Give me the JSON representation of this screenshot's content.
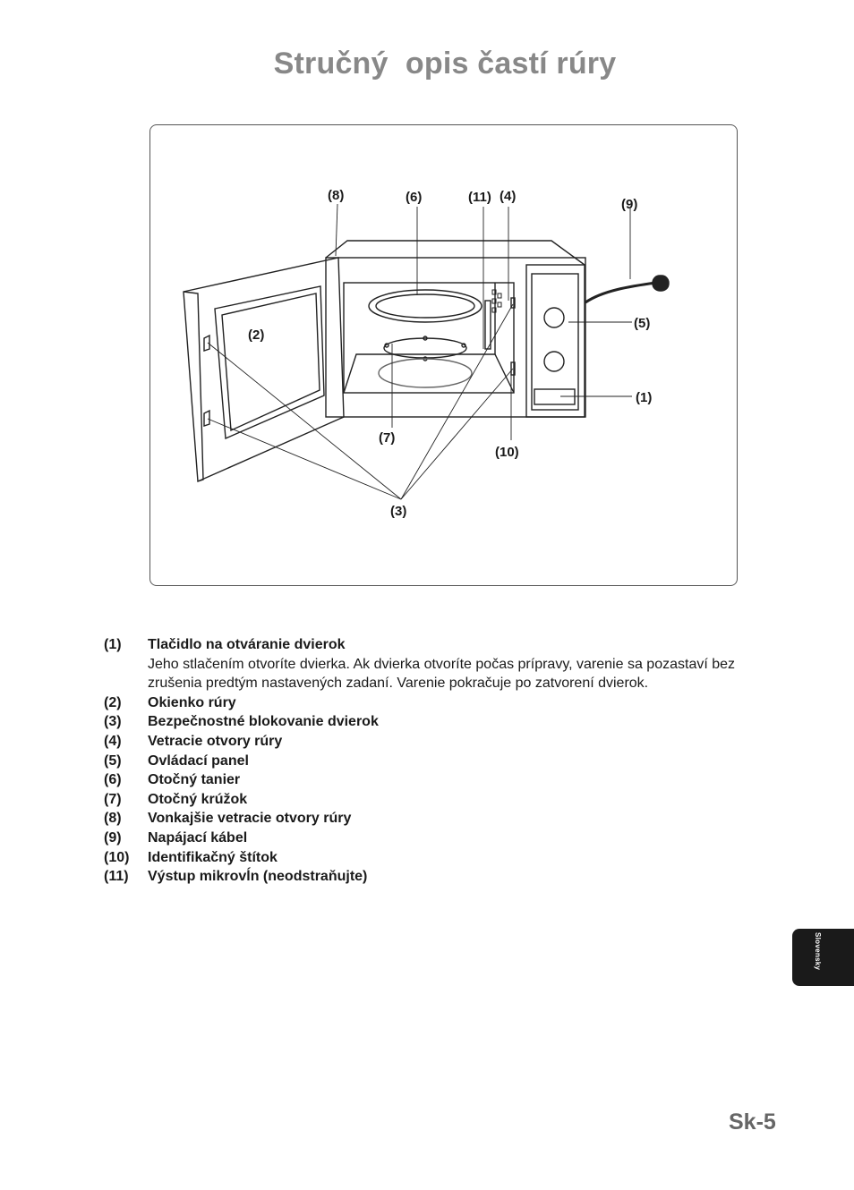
{
  "title": "Stručný  opis častí rúry",
  "figure": {
    "callouts": {
      "c1": "(1)",
      "c2": "(2)",
      "c3": "(3)",
      "c4": "(4)",
      "c5": "(5)",
      "c6": "(6)",
      "c7": "(7)",
      "c8": "(8)",
      "c9": "(9)",
      "c10": "(10)",
      "c11": "(11)"
    }
  },
  "legend": [
    {
      "num": "(1)",
      "name": "Tlačidlo na otváranie dvierok",
      "desc": "Jeho stlačením otvoríte dvierka. Ak dvierka otvoríte počas prípravy, varenie sa pozastaví bez zrušenia predtým nastavených zadaní. Varenie pokračuje po zatvorení dvierok."
    },
    {
      "num": "(2)",
      "name": "Okienko rúry"
    },
    {
      "num": "(3)",
      "name": "Bezpečnostné blokovanie dvierok"
    },
    {
      "num": "(4)",
      "name": "Vetracie otvory rúry"
    },
    {
      "num": "(5)",
      "name": "Ovládací panel"
    },
    {
      "num": "(6)",
      "name": "Otočný tanier"
    },
    {
      "num": "(7)",
      "name": "Otočný krúžok"
    },
    {
      "num": "(8)",
      "name": "Vonkajšie vetracie otvory rúry"
    },
    {
      "num": "(9)",
      "name": "Napájací kábel"
    },
    {
      "num": "(10)",
      "name": "Identifikačný štítok"
    },
    {
      "num": "(11)",
      "name": "Výstup mikrovĺn (neodstraňujte)"
    }
  ],
  "side_tab": "Slovensky",
  "page_number": "Sk-5"
}
